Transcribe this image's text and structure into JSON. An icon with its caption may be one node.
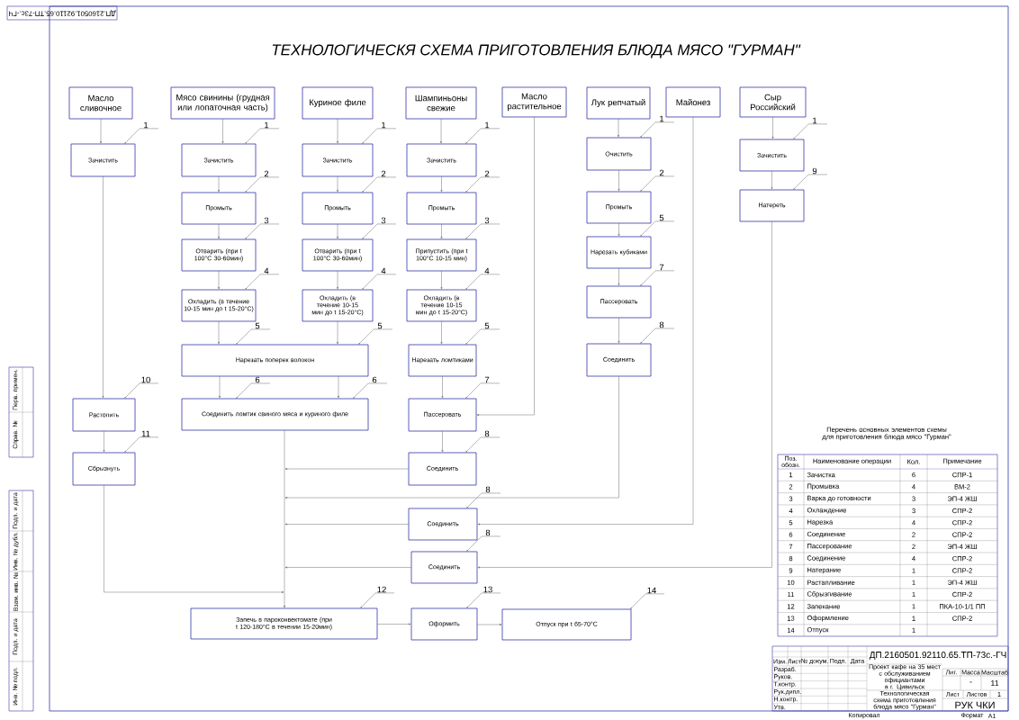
{
  "diagram": {
    "title": "ТЕХНОЛОГИЧЕСКЯ СХЕМА ПРИГОТОВЛЕНИЯ БЛЮДА МЯСО \"ГУРМАН\"",
    "nodes": [
      {
        "text": [
          "Масло сливочное"
        ]
      },
      {
        "text": [
          "Мясо свинины (грудная или лопаточная часть)"
        ]
      },
      {
        "text": [
          "Куриное филе"
        ]
      },
      {
        "text": [
          "Шампиньоны свежие"
        ]
      },
      {
        "text": [
          "Масло растительное"
        ]
      },
      {
        "text": [
          "Лук репчатый"
        ]
      },
      {
        "text": [
          "Майонез"
        ]
      },
      {
        "text": [
          "Сыр Российский"
        ]
      },
      {
        "text": [
          "Зачистить"
        ]
      },
      {
        "text": [
          "Зачистить"
        ]
      },
      {
        "text": [
          "Промыть"
        ]
      },
      {
        "text": [
          "Отварить (при t 100°С 30-60мин)"
        ]
      },
      {
        "text": [
          "Охладить (в течение 10-15 мин до t 15-20°С)"
        ]
      },
      {
        "text": [
          "Зачистить"
        ]
      },
      {
        "text": [
          "Промыть"
        ]
      },
      {
        "text": [
          "Отварить (при t 100°С 30-60мин)"
        ]
      },
      {
        "text": [
          "Охладить (в течение 10-15 мин до t 15-20°С)"
        ]
      },
      {
        "text": [
          "Зачистить"
        ]
      },
      {
        "text": [
          "Промыть"
        ]
      },
      {
        "text": [
          "Припустить (при t 100°С 10-15 мин)"
        ]
      },
      {
        "text": [
          "Охладить (в течение 10-15 мин до t 15-20°С)"
        ]
      },
      {
        "text": [
          "Очистить"
        ]
      },
      {
        "text": [
          "Промыть"
        ]
      },
      {
        "text": [
          "Нарезать кубиками"
        ]
      },
      {
        "text": [
          "Пассеровать"
        ]
      },
      {
        "text": [
          "Соединить"
        ]
      },
      {
        "text": [
          "Зачистить"
        ]
      },
      {
        "text": [
          "Натереть"
        ]
      },
      {
        "text": [
          "Нарезать поперек волокон"
        ]
      },
      {
        "text": [
          "Нарезать ломтиками"
        ]
      },
      {
        "text": [
          "Растопить"
        ]
      },
      {
        "text": [
          "Соединить ломтик свиного мяса и куриного филе"
        ]
      },
      {
        "text": [
          "Пассеровать"
        ]
      },
      {
        "text": [
          "Сбрызнуть"
        ]
      },
      {
        "text": [
          "Соединить"
        ]
      },
      {
        "text": [
          "Соединить"
        ]
      },
      {
        "text": [
          "Соединить"
        ]
      },
      {
        "text": [
          "Запечь в пароконвектомате (при t 120-180°С в течении 15-20мин)"
        ]
      },
      {
        "text": [
          "Оформить"
        ]
      },
      {
        "text": [
          "Отпуск при t 65-70°С"
        ]
      },
      {
        "text": [
          "1"
        ]
      },
      {
        "text": [
          "1"
        ]
      },
      {
        "text": [
          "2"
        ]
      },
      {
        "text": [
          "3"
        ]
      },
      {
        "text": [
          "4"
        ]
      },
      {
        "text": [
          "1"
        ]
      },
      {
        "text": [
          "2"
        ]
      },
      {
        "text": [
          "3"
        ]
      },
      {
        "text": [
          "4"
        ]
      },
      {
        "text": [
          "1"
        ]
      },
      {
        "text": [
          "2"
        ]
      },
      {
        "text": [
          "3"
        ]
      },
      {
        "text": [
          "4"
        ]
      },
      {
        "text": [
          "1"
        ]
      },
      {
        "text": [
          "2"
        ]
      },
      {
        "text": [
          "5"
        ]
      },
      {
        "text": [
          "7"
        ]
      },
      {
        "text": [
          "8"
        ]
      },
      {
        "text": [
          "1"
        ]
      },
      {
        "text": [
          "9"
        ]
      },
      {
        "text": [
          "5"
        ]
      },
      {
        "text": [
          "5"
        ]
      },
      {
        "text": [
          "5"
        ]
      },
      {
        "text": [
          "10"
        ]
      },
      {
        "text": [
          "6"
        ]
      },
      {
        "text": [
          "6"
        ]
      },
      {
        "text": [
          "7"
        ]
      },
      {
        "text": [
          "11"
        ]
      },
      {
        "text": [
          "8"
        ]
      },
      {
        "text": [
          "8"
        ]
      },
      {
        "text": [
          "8"
        ]
      },
      {
        "text": [
          "12"
        ]
      },
      {
        "text": [
          "13"
        ]
      },
      {
        "text": [
          "14"
        ]
      }
    ],
    "edges": [
      {
        "from": 0,
        "to": 8,
        "arrow": "to"
      },
      {
        "from": 8,
        "to": 30,
        "arrow": "to"
      },
      {
        "from": 30,
        "to": 33,
        "arrow": "to"
      },
      {
        "from": 33,
        "to": 37,
        "arrow": "to"
      },
      {
        "from": 1,
        "to": 9,
        "arrow": "to"
      },
      {
        "from": 9,
        "to": 10,
        "arrow": "to"
      },
      {
        "from": 10,
        "to": 11,
        "arrow": "to"
      },
      {
        "from": 11,
        "to": 12,
        "arrow": "to"
      },
      {
        "from": 12,
        "to": 28,
        "arrow": "to"
      },
      {
        "from": 2,
        "to": 13,
        "arrow": "to"
      },
      {
        "from": 13,
        "to": 14,
        "arrow": "to"
      },
      {
        "from": 14,
        "to": 15,
        "arrow": "to"
      },
      {
        "from": 15,
        "to": 16,
        "arrow": "to"
      },
      {
        "from": 16,
        "to": 28,
        "arrow": "to"
      },
      {
        "from": 28,
        "to": 31,
        "arrow": "to"
      },
      {
        "from": 28,
        "to": 31,
        "arrow": "to"
      },
      {
        "from": 31,
        "to": 37,
        "arrow": "to"
      },
      {
        "from": 3,
        "to": 17,
        "arrow": "to"
      },
      {
        "from": 17,
        "to": 18,
        "arrow": "to"
      },
      {
        "from": 18,
        "to": 19,
        "arrow": "to"
      },
      {
        "from": 19,
        "to": 20,
        "arrow": "to"
      },
      {
        "from": 20,
        "to": 29,
        "arrow": "to"
      },
      {
        "from": 29,
        "to": 32,
        "arrow": "to"
      },
      {
        "from": 4,
        "to": 32,
        "arrow": "to"
      },
      {
        "from": 32,
        "to": 34,
        "arrow": "to"
      },
      {
        "from": 34,
        "to": 37,
        "arrow": "to"
      },
      {
        "from": 5,
        "to": 21,
        "arrow": "to"
      },
      {
        "from": 21,
        "to": 22,
        "arrow": "to"
      },
      {
        "from": 22,
        "to": 23,
        "arrow": "to"
      },
      {
        "from": 23,
        "to": 24,
        "arrow": "to"
      },
      {
        "from": 24,
        "to": 25,
        "arrow": "to"
      },
      {
        "from": 25,
        "to": 37,
        "arrow": "to"
      },
      {
        "from": 6,
        "to": 35,
        "arrow": "to"
      },
      {
        "from": 35,
        "to": 37,
        "arrow": "to"
      },
      {
        "from": 7,
        "to": 26,
        "arrow": "to"
      },
      {
        "from": 26,
        "to": 27,
        "arrow": "to"
      },
      {
        "from": 27,
        "to": 36,
        "arrow": "to"
      },
      {
        "from": 36,
        "to": 37,
        "arrow": "to"
      },
      {
        "from": 37,
        "to": 38,
        "arrow": "to"
      },
      {
        "from": 38,
        "to": 39,
        "arrow": "to"
      },
      {
        "from": 40,
        "to": 8,
        "arrow": "to"
      },
      {
        "from": 41,
        "to": 9,
        "arrow": "to"
      },
      {
        "from": 42,
        "to": 10,
        "arrow": "to"
      },
      {
        "from": 43,
        "to": 11,
        "arrow": "to"
      },
      {
        "from": 44,
        "to": 12,
        "arrow": "to"
      },
      {
        "from": 45,
        "to": 13,
        "arrow": "to"
      },
      {
        "from": 46,
        "to": 14,
        "arrow": "to"
      },
      {
        "from": 47,
        "to": 15,
        "arrow": "to"
      },
      {
        "from": 48,
        "to": 16,
        "arrow": "to"
      },
      {
        "from": 49,
        "to": 17,
        "arrow": "to"
      },
      {
        "from": 50,
        "to": 18,
        "arrow": "to"
      },
      {
        "from": 51,
        "to": 19,
        "arrow": "to"
      },
      {
        "from": 52,
        "to": 20,
        "arrow": "to"
      },
      {
        "from": 53,
        "to": 21,
        "arrow": "to"
      },
      {
        "from": 54,
        "to": 22,
        "arrow": "to"
      },
      {
        "from": 55,
        "to": 23,
        "arrow": "to"
      },
      {
        "from": 56,
        "to": 24,
        "arrow": "to"
      },
      {
        "from": 57,
        "to": 25,
        "arrow": "to"
      },
      {
        "from": 58,
        "to": 26,
        "arrow": "to"
      },
      {
        "from": 59,
        "to": 27,
        "arrow": "to"
      },
      {
        "from": 60,
        "to": 28,
        "arrow": "to"
      },
      {
        "from": 61,
        "to": 28,
        "arrow": "to"
      },
      {
        "from": 62,
        "to": 29,
        "arrow": "to"
      },
      {
        "from": 63,
        "to": 30,
        "arrow": "to"
      },
      {
        "from": 64,
        "to": 31,
        "arrow": "to"
      },
      {
        "from": 65,
        "to": 31,
        "arrow": "to"
      },
      {
        "from": 66,
        "to": 32,
        "arrow": "to"
      },
      {
        "from": 67,
        "to": 33,
        "arrow": "to"
      },
      {
        "from": 68,
        "to": 34,
        "arrow": "to"
      },
      {
        "from": 69,
        "to": 35,
        "arrow": "to"
      },
      {
        "from": 70,
        "to": 36,
        "arrow": "to"
      },
      {
        "from": 71,
        "to": 37,
        "arrow": "to"
      },
      {
        "from": 72,
        "to": 38,
        "arrow": "to"
      },
      {
        "from": 73,
        "to": 39,
        "arrow": "to"
      }
    ],
    "labels": [
      "ДП.2160501.92110.65.ТП-73с.-ГЧ",
      "Перечень основных элементов схемы для приготовления блюда мясо \"Гурман\"",
      "Поз. обозн.",
      "Наименование операции",
      "Кол.",
      "Примечание",
      "1",
      "Зачистка",
      "6",
      "СПР-1",
      "2",
      "Промывка",
      "4",
      "ВМ-2",
      "3",
      "Варка до готовности",
      "3",
      "ЭП-4 ЖШ",
      "4",
      "Охлаждение",
      "3",
      "СПР-2",
      "5",
      "Нарезка",
      "4",
      "СПР-2",
      "6",
      "Соединение",
      "2",
      "СПР-2",
      "7",
      "Пассерование",
      "2",
      "ЭП-4 ЖШ",
      "8",
      "Соединение",
      "4",
      "СПР-2",
      "9",
      "Натерание",
      "1",
      "СПР-2",
      "10",
      "Растапливание",
      "1",
      "ЭП-4 ЖШ",
      "11",
      "Сбрызгивание",
      "1",
      "СПР-2",
      "12",
      "Запекание",
      "1",
      "ПКА-10-1/1 ПП",
      "13",
      "Оформление",
      "1",
      "СПР-2",
      "14",
      "Отпуск",
      "1",
      "ДП.2160501.92110.65.ТП-73с.-ГЧ",
      "Изм.",
      "Лист",
      "№ докум.",
      "Подп.",
      "Дата",
      "Разраб.",
      "Руков.",
      "Т.контр.",
      "Рук.дипл.",
      "Н.контр.",
      "Утв.",
      "Проект кафе на 35 мест с обслуживанием официантами в г. Цивильск",
      "Технологическая схема приготовления блюда мясо \"Гурман\"",
      "Лит.",
      "Масса",
      "Масштаб",
      "-",
      "11",
      "Лист",
      "Листов",
      "1",
      "РУК ЧКИ",
      "Копировал",
      "Формат",
      "А1",
      "Перв. примен.",
      "Справ. №",
      "Подп. и дата",
      "Инв. № дубл.",
      "Взам. инв. №",
      "Подп. и дата",
      "Инв. № подл."
    ]
  }
}
